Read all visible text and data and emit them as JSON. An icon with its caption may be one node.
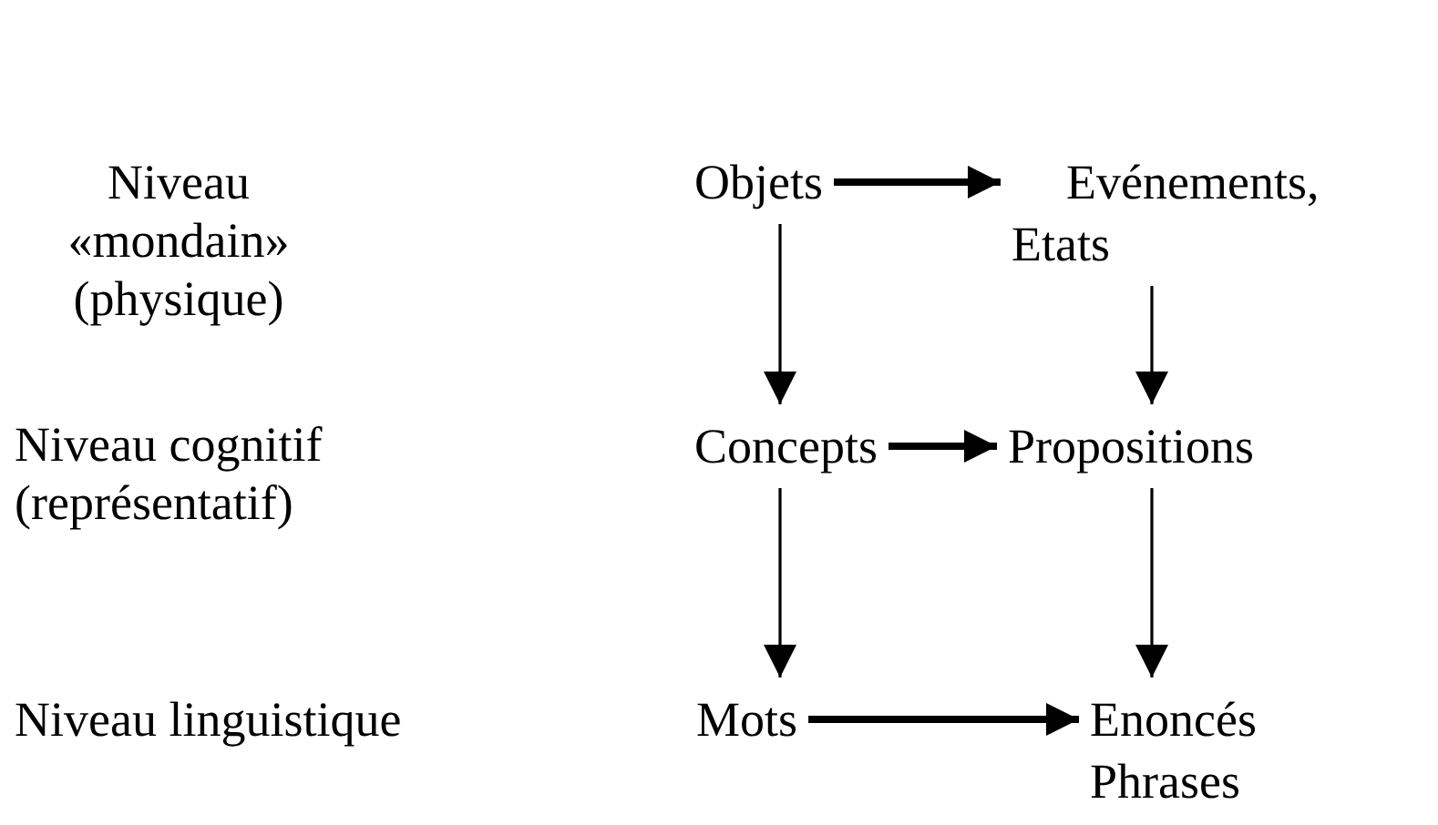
{
  "diagram": {
    "nodes": [
      {
        "text": [
          "Objets"
        ]
      },
      {
        "text": [
          "Evénements, Etats"
        ]
      },
      {
        "text": [
          "Concepts"
        ]
      },
      {
        "text": [
          "Propositions"
        ]
      },
      {
        "text": [
          "Mots"
        ]
      },
      {
        "text": [
          "Enoncés Phrases"
        ]
      }
    ],
    "edges": [
      {
        "from": 0,
        "to": 1,
        "arrow": "to",
        "style": "thick"
      },
      {
        "from": 0,
        "to": 2,
        "arrow": "to"
      },
      {
        "from": 1,
        "to": 3,
        "arrow": "to"
      },
      {
        "from": 2,
        "to": 3,
        "arrow": "to",
        "style": "thick"
      },
      {
        "from": 2,
        "to": 4,
        "arrow": "to"
      },
      {
        "from": 3,
        "to": 5,
        "arrow": "to"
      },
      {
        "from": 4,
        "to": 5,
        "arrow": "to",
        "style": "thick"
      }
    ],
    "labels": [
      "Niveau «mondain» (physique)",
      "Niveau cognitif (représentatif)",
      "Niveau linguistique"
    ]
  }
}
